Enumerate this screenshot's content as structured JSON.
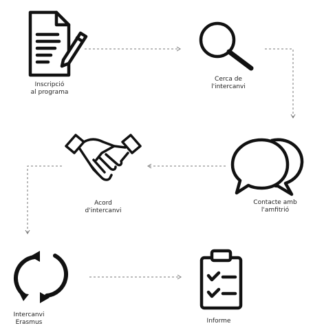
{
  "steps": [
    {
      "icon": "document-pen-icon",
      "line1": "Inscripció",
      "line2": "al programa"
    },
    {
      "icon": "magnifier-icon",
      "line1": "Cerca de",
      "line2": "l'intercanvi"
    },
    {
      "icon": "speech-bubbles-icon",
      "line1": "Contacte amb",
      "line2": "l'amfitrió"
    },
    {
      "icon": "handshake-icon",
      "line1": "Acord",
      "line2": "d'intercanvi"
    },
    {
      "icon": "cycle-arrows-icon",
      "line1": "Intercanvi",
      "line2": "Erasmus"
    },
    {
      "icon": "checklist-clipboard-icon",
      "line1": "Informe",
      "line2": ""
    }
  ],
  "colors": {
    "stroke": "#111111",
    "arrow": "#777777",
    "background": "#ffffff"
  }
}
